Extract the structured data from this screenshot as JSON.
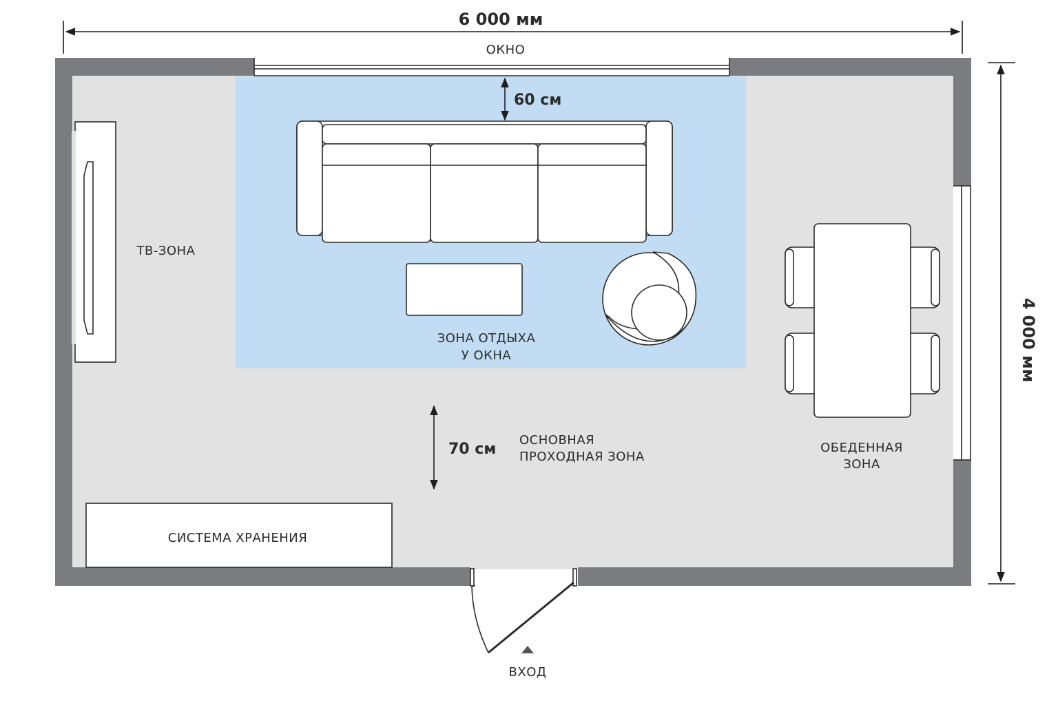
{
  "dimensions": {
    "width": "6 000 мм",
    "height": "4 000 мм",
    "window_clearance": "60 см",
    "passage_width": "70 см"
  },
  "labels": {
    "window": "ОКНО",
    "tv_zone": "ТВ-ЗОНА",
    "lounge_zone_line1": "ЗОНА ОТДЫХА",
    "lounge_zone_line2": "У ОКНА",
    "passage_zone_line1": "ОСНОВНАЯ",
    "passage_zone_line2": "ПРОХОДНАЯ ЗОНА",
    "dining_zone_line1": "ОБЕДЕННАЯ",
    "dining_zone_line2": "ЗОНА",
    "storage": "СИСТЕМА ХРАНЕНИЯ",
    "entrance": "ВХОД"
  },
  "colors": {
    "wall": "#7b7c7f",
    "floor": "#e2e2e2",
    "lounge_rug": "#c2ddf3",
    "furniture": "#ffffff",
    "line": "#2b2b2b"
  }
}
